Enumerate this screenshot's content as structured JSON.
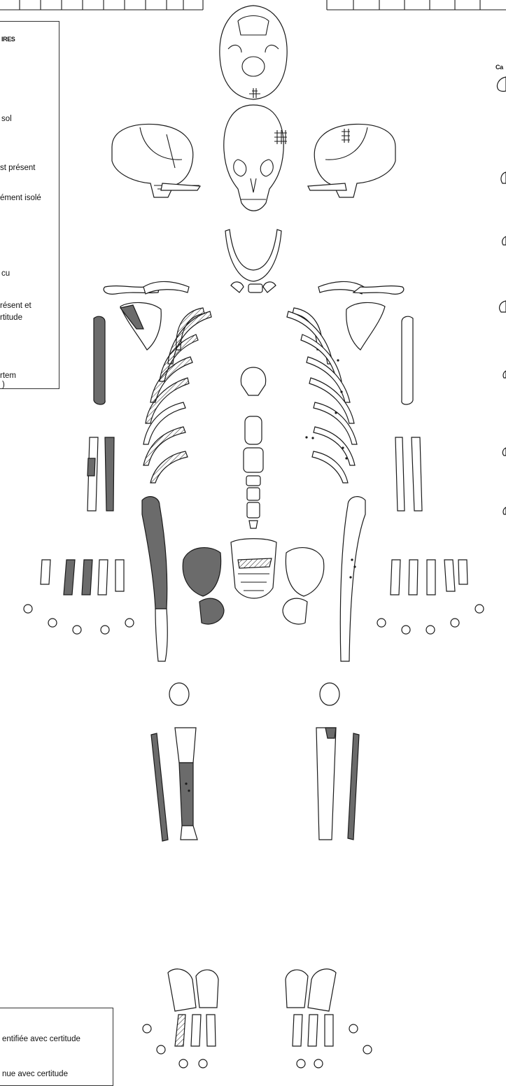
{
  "legend_top": {
    "title": "IRES",
    "items": [
      "sol",
      "st  présent",
      "ément isolé",
      "cu",
      "résent et",
      "rtitude",
      "rtem",
      ")"
    ]
  },
  "legend_bottom": {
    "items": [
      "entifiée avec certitude",
      "nue avec certitude"
    ]
  },
  "right_column": {
    "label": "Ca"
  },
  "colors": {
    "present_bone": "#ffffff",
    "fragment_shaded": "#6b6b6b",
    "outline": "#1a1a1a"
  }
}
